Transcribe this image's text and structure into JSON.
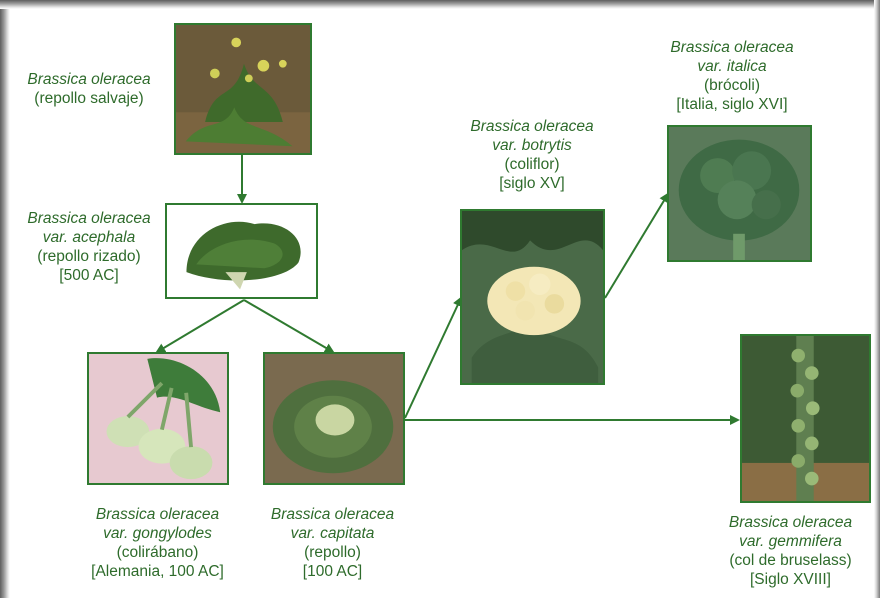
{
  "nodes": {
    "salvaje": {
      "line1": "Brassica oleracea",
      "line2": "(repollo salvaje)",
      "line3": "",
      "line4": ""
    },
    "acephala": {
      "line1": "Brassica oleracea",
      "line2": "var. acephala",
      "line3": "(repollo rizado)",
      "line4": "[500 AC]"
    },
    "gongylodes": {
      "line1": "Brassica oleracea",
      "line2": "var. gongylodes",
      "line3": "(colirábano)",
      "line4": "[Alemania, 100 AC]"
    },
    "capitata": {
      "line1": "Brassica oleracea",
      "line2": "var. capitata",
      "line3": "(repollo)",
      "line4": "[100 AC]"
    },
    "botrytis": {
      "line1": "Brassica oleracea",
      "line2": "var.  botrytis",
      "line3": "(coliflor)",
      "line4": "[siglo XV]"
    },
    "italica": {
      "line1": "Brassica oleracea",
      "line2": "var.  italica",
      "line3": "(brócoli)",
      "line4": "[Italia, siglo XVI]"
    },
    "gemmifera": {
      "line1": "Brassica oleracea",
      "line2": "var.  gemmifera",
      "line3": "(col de bruselass)",
      "line4": "[Siglo XVIII]"
    }
  },
  "colors": {
    "text": "#2e6b2b",
    "arrow": "#2f7a30",
    "border": "#2f7a30"
  }
}
